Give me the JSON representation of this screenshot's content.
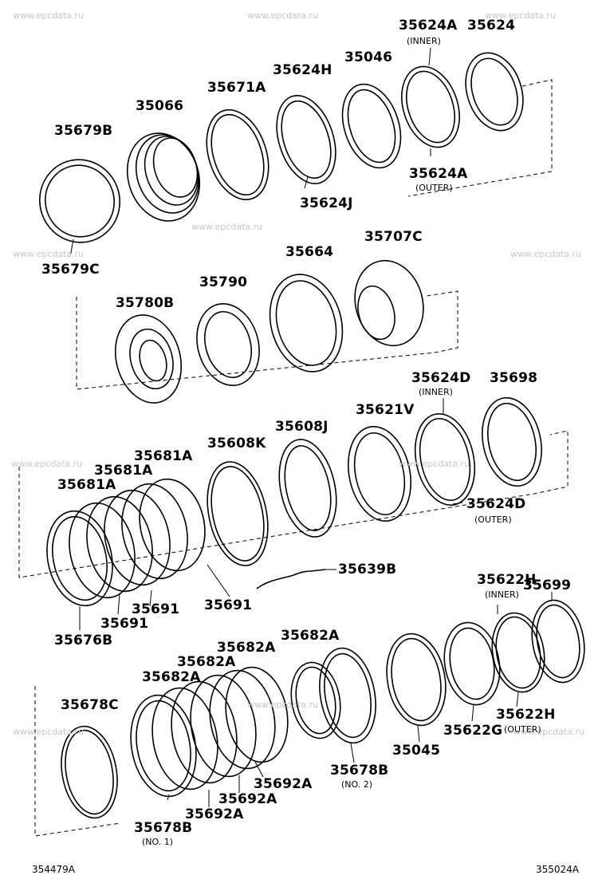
{
  "watermark": "www.epcdata.ru",
  "refs": {
    "left": "354479A",
    "right": "355024A"
  },
  "parts": {
    "p35624A_inner": "35624A",
    "p35624A_inner_sub": "(INNER)",
    "p35624": "35624",
    "p35046": "35046",
    "p35624H": "35624H",
    "p35671A": "35671A",
    "p35066": "35066",
    "p35679B": "35679B",
    "p35624A_outer": "35624A",
    "p35624A_outer_sub": "(OUTER)",
    "p35624J": "35624J",
    "p35679C": "35679C",
    "p35664": "35664",
    "p35707C": "35707C",
    "p35790": "35790",
    "p35780B": "35780B",
    "p35624D_inner": "35624D",
    "p35624D_inner_sub": "(INNER)",
    "p35698": "35698",
    "p35621V": "35621V",
    "p35608J": "35608J",
    "p35608K": "35608K",
    "p35681A_1": "35681A",
    "p35681A_2": "35681A",
    "p35681A_3": "35681A",
    "p35624D_outer": "35624D",
    "p35624D_outer_sub": "(OUTER)",
    "p35639B": "35639B",
    "p35691_1": "35691",
    "p35691_2": "35691",
    "p35691_3": "35691",
    "p35676B": "35676B",
    "p35699": "35699",
    "p35622H_inner": "35622H",
    "p35622H_inner_sub": "(INNER)",
    "p35682A_1": "35682A",
    "p35682A_2": "35682A",
    "p35682A_3": "35682A",
    "p35682A_4": "35682A",
    "p35678C": "35678C",
    "p35045": "35045",
    "p35622G": "35622G",
    "p35622H_outer": "35622H",
    "p35622H_outer_sub": "(OUTER)",
    "p35692A_1": "35692A",
    "p35692A_2": "35692A",
    "p35692A_3": "35692A",
    "p35678B_no2": "35678B",
    "p35678B_no2_sub": "(NO. 2)",
    "p35678B_no1": "35678B",
    "p35678B_no1_sub": "(NO. 1)"
  }
}
